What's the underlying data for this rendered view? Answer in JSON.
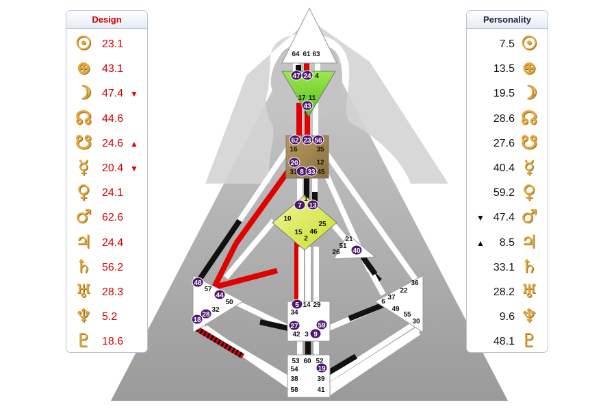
{
  "design": {
    "title": "Design",
    "rows": [
      {
        "icon": "sun-icon",
        "glyph": "☉",
        "value": "23.1",
        "arrow": ""
      },
      {
        "icon": "earth-icon",
        "glyph": "⊕",
        "value": "43.1",
        "arrow": ""
      },
      {
        "icon": "moon-icon",
        "glyph": "☽",
        "value": "47.4",
        "arrow": "▼"
      },
      {
        "icon": "north-node-icon",
        "glyph": "☊",
        "value": "44.6",
        "arrow": ""
      },
      {
        "icon": "south-node-icon",
        "glyph": "☋",
        "value": "24.6",
        "arrow": "▲"
      },
      {
        "icon": "mercury-icon",
        "glyph": "☿",
        "value": "20.4",
        "arrow": "▼"
      },
      {
        "icon": "venus-icon",
        "glyph": "♀",
        "value": "24.1",
        "arrow": ""
      },
      {
        "icon": "mars-icon",
        "glyph": "♂",
        "value": "62.6",
        "arrow": ""
      },
      {
        "icon": "jupiter-icon",
        "glyph": "♃",
        "value": "24.4",
        "arrow": ""
      },
      {
        "icon": "saturn-icon",
        "glyph": "♄",
        "value": "56.2",
        "arrow": ""
      },
      {
        "icon": "uranus-icon",
        "glyph": "♅",
        "value": "28.3",
        "arrow": ""
      },
      {
        "icon": "neptune-icon",
        "glyph": "♆",
        "value": "5.2",
        "arrow": ""
      },
      {
        "icon": "pluto-icon",
        "glyph": "♇",
        "value": "18.6",
        "arrow": ""
      }
    ]
  },
  "personality": {
    "title": "Personality",
    "rows": [
      {
        "icon": "sun-icon",
        "glyph": "☉",
        "value": "7.5",
        "arrow": ""
      },
      {
        "icon": "earth-icon",
        "glyph": "⊕",
        "value": "13.5",
        "arrow": ""
      },
      {
        "icon": "moon-icon",
        "glyph": "☽",
        "value": "19.5",
        "arrow": ""
      },
      {
        "icon": "north-node-icon",
        "glyph": "☊",
        "value": "28.6",
        "arrow": ""
      },
      {
        "icon": "south-node-icon",
        "glyph": "☋",
        "value": "27.6",
        "arrow": ""
      },
      {
        "icon": "mercury-icon",
        "glyph": "☿",
        "value": "40.4",
        "arrow": ""
      },
      {
        "icon": "venus-icon",
        "glyph": "♀",
        "value": "59.2",
        "arrow": ""
      },
      {
        "icon": "mars-icon",
        "glyph": "♂",
        "value": "47.4",
        "arrow": "▼"
      },
      {
        "icon": "jupiter-icon",
        "glyph": "♃",
        "value": "8.5",
        "arrow": "▲"
      },
      {
        "icon": "saturn-icon",
        "glyph": "♄",
        "value": "33.1",
        "arrow": ""
      },
      {
        "icon": "uranus-icon",
        "glyph": "♅",
        "value": "28.2",
        "arrow": ""
      },
      {
        "icon": "neptune-icon",
        "glyph": "♆",
        "value": "9.6",
        "arrow": ""
      },
      {
        "icon": "pluto-icon",
        "glyph": "♇",
        "value": "48.1",
        "arrow": ""
      }
    ]
  },
  "colors": {
    "design_red": "#d40000",
    "channel_black": "#111111",
    "gate_badge": "#4b1870",
    "head_defined": "#ffffff",
    "ajna_defined": "#7ed321",
    "throat_defined": "#a98d56",
    "g_defined": "#d8ec3a",
    "silhouette": "#c8c8c8"
  },
  "gates": {
    "head": [
      "64",
      "61",
      "63"
    ],
    "ajna": [
      "47",
      "24",
      "4",
      "17",
      "11",
      "43"
    ],
    "throat": [
      "62",
      "23",
      "56",
      "16",
      "35",
      "12",
      "20",
      "31",
      "8",
      "33",
      "45"
    ],
    "g": [
      "1",
      "7",
      "13",
      "10",
      "25",
      "15",
      "46",
      "2"
    ],
    "ego": [
      "21",
      "51",
      "26",
      "40"
    ],
    "spleen": [
      "48",
      "57",
      "44",
      "50",
      "32",
      "28",
      "18"
    ],
    "sacral": [
      "5",
      "14",
      "29",
      "34",
      "27",
      "59",
      "42",
      "3",
      "9"
    ],
    "solar_plexus": [
      "36",
      "22",
      "6",
      "37",
      "49",
      "55",
      "30"
    ],
    "root": [
      "53",
      "60",
      "52",
      "54",
      "19",
      "38",
      "39",
      "58",
      "41"
    ],
    "defined": [
      "47",
      "24",
      "43",
      "62",
      "23",
      "56",
      "20",
      "8",
      "33",
      "7",
      "13",
      "40",
      "48",
      "44",
      "28",
      "18",
      "5",
      "27",
      "59",
      "9",
      "19"
    ]
  }
}
